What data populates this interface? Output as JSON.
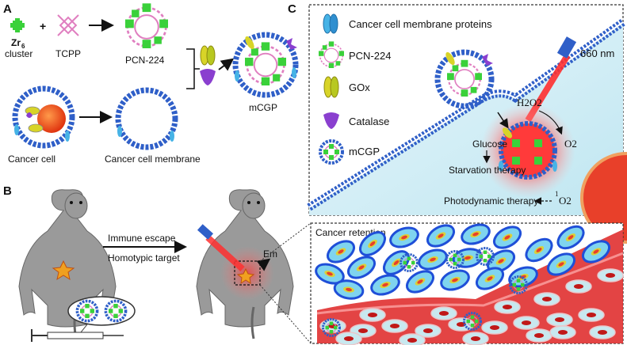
{
  "panel_a": {
    "letter": "A",
    "zr_label_top": "Zr",
    "zr_sub": "6",
    "zr_label_bottom": "cluster",
    "plus": "+",
    "tcpp_label": "TCPP",
    "pcn_label": "PCN-224",
    "mcgp_label": "mCGP",
    "cancer_cell_label": "Cancer cell",
    "membrane_label": "Cancer cell membrane"
  },
  "panel_b": {
    "letter": "B",
    "arrow_line1": "Immune escape",
    "arrow_line2": "Homotypic target",
    "em_label": "Em"
  },
  "panel_c": {
    "letter": "C",
    "legend": [
      {
        "label": "Cancer cell membrane proteins",
        "icon": "membrane-protein-icon"
      },
      {
        "label": "PCN-224",
        "icon": "pcn224-icon"
      },
      {
        "label": "GOx",
        "icon": "gox-icon"
      },
      {
        "label": "Catalase",
        "icon": "catalase-icon"
      },
      {
        "label": "mCGP",
        "icon": "mcgp-icon"
      }
    ],
    "laser_label": "660 nm",
    "h2o2": "H2O2",
    "o2": "O2",
    "singlet_o2_sup": "1",
    "singlet_o2": "O2",
    "glucose": "Glucose",
    "starvation": "Starvation therapy",
    "pdt": "Photodynamic  therapy",
    "retention_label": "Cancer retention"
  },
  "colors": {
    "membrane_blue": "#2f5fc8",
    "pcn_green": "#3ad13a",
    "pcn_pink": "#e07fc0",
    "gox_yellow": "#d8d428",
    "catalase_purple": "#8a3fcf",
    "cell_red": "#e8402a",
    "mouse_gray": "#8e8e8e",
    "bg_cyan": "#d6f0f6",
    "glow_red": "#ff3030"
  }
}
